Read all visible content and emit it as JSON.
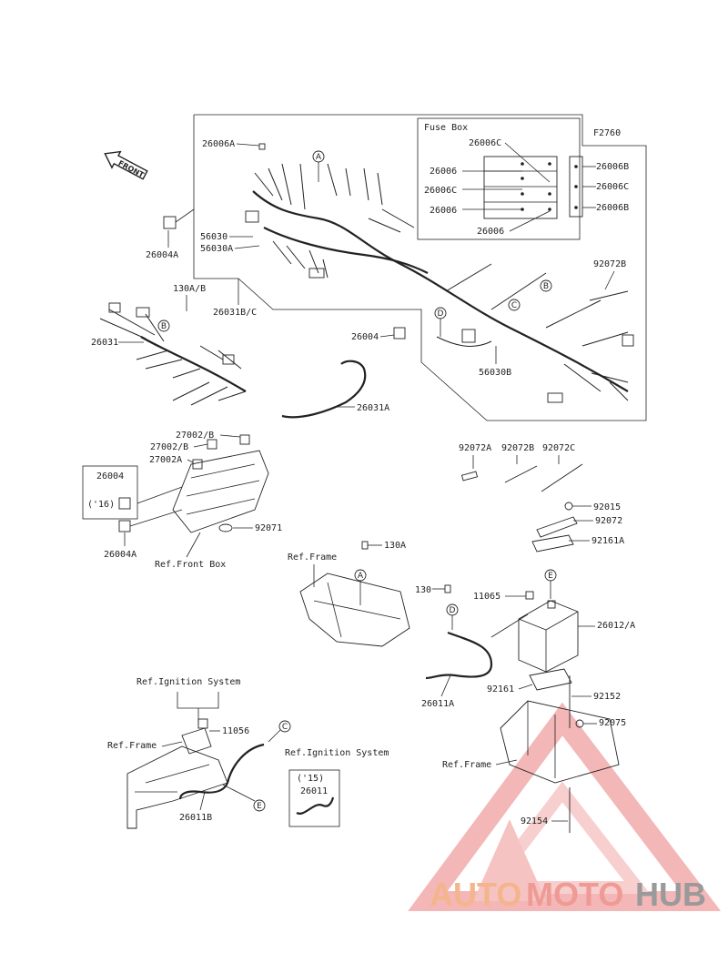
{
  "figure_code": "F2760",
  "fuse_box": {
    "title": "Fuse Box",
    "labels_left": [
      "26006C",
      "26006",
      "26006C",
      "26006",
      "26006"
    ],
    "labels_right": [
      "26006B",
      "26006C",
      "26006B"
    ]
  },
  "front_label": "FRONT",
  "parts": {
    "p26006A": "26006A",
    "p26004A_top": "26004A",
    "p56030": "56030",
    "p56030A": "56030A",
    "p130AB": "130A/B",
    "p26031BC": "26031B/C",
    "p26031": "26031",
    "p26004": "26004",
    "p56030B": "56030B",
    "p26031A": "26031A",
    "p92072B_top": "92072B",
    "p27002B_1": "27002/B",
    "p27002B_2": "27002/B",
    "p27002A": "27002A",
    "p26004_box": "26004",
    "p16": "('16)",
    "p26004A_bot": "26004A",
    "p92071": "92071",
    "ref_front_box": "Ref.Front Box",
    "p92072A": "92072A",
    "p92072B": "92072B",
    "p92072C": "92072C",
    "p92015": "92015",
    "p92072": "92072",
    "p92161A": "92161A",
    "ref_frame_1": "Ref.Frame",
    "p130A": "130A",
    "p130": "130",
    "p11065": "11065",
    "p26012A": "26012/A",
    "p92161": "92161",
    "p26011A": "26011A",
    "p92152": "92152",
    "ref_ignition_1": "Ref.Ignition System",
    "p11056": "11056",
    "ref_frame_2": "Ref.Frame",
    "ref_ignition_2": "Ref.Ignition System",
    "p15": "('15)",
    "p26011": "26011",
    "p26011B": "26011B",
    "p92075": "92075",
    "ref_frame_3": "Ref.Frame",
    "p92154": "92154"
  },
  "callouts": {
    "A1": "A",
    "B1": "B",
    "C1": "C",
    "D1": "D",
    "B2": "B",
    "A2": "A",
    "D2": "D",
    "E1": "E",
    "C2": "C",
    "E2": "E"
  },
  "watermark": {
    "auto": "AUTO",
    "moto": "MOTO",
    "hub": "HUB",
    "colors": {
      "auto": "#f5b58c",
      "moto": "#ef9a94",
      "hub": "#9a9a9a",
      "triangle": "#f0a0a0"
    }
  }
}
